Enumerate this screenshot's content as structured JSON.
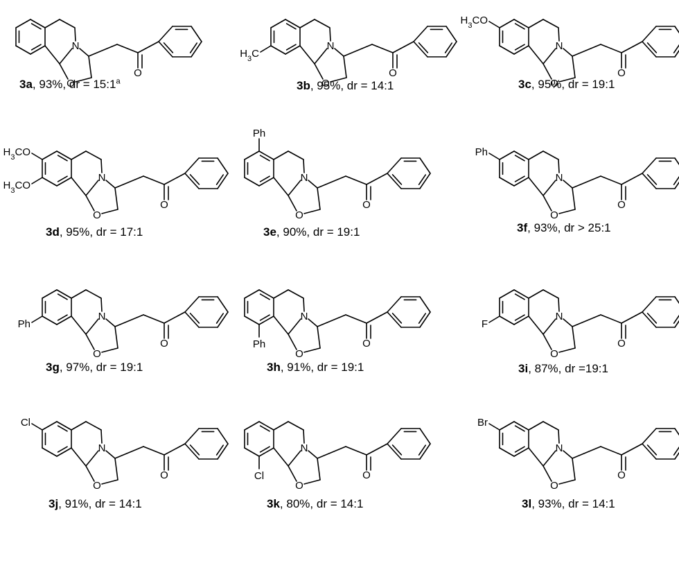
{
  "compounds": [
    {
      "id": "3a",
      "yield": "93%",
      "dr": "dr = 15:1",
      "note": "a",
      "substituents": [],
      "labels": {
        "N": "N",
        "O_ring": "O",
        "O_keto": "O"
      }
    },
    {
      "id": "3b",
      "yield": "95%",
      "dr": "dr = 14:1",
      "note": "",
      "substituents": [
        {
          "pos": "c9",
          "text": "H3C",
          "kind": "methyl"
        }
      ],
      "labels": {
        "N": "N",
        "O_ring": "O",
        "O_keto": "O"
      }
    },
    {
      "id": "3c",
      "yield": "95%",
      "dr": "dr = 19:1",
      "note": "",
      "substituents": [
        {
          "pos": "c8",
          "text": "H3CO",
          "kind": "methoxy"
        }
      ],
      "labels": {
        "N": "N",
        "O_ring": "O",
        "O_keto": "O"
      }
    },
    {
      "id": "3d",
      "yield": "95%",
      "dr": "dr = 17:1",
      "note": "",
      "substituents": [
        {
          "pos": "c8",
          "text": "H3CO",
          "kind": "methoxy"
        },
        {
          "pos": "c9",
          "text": "H3CO",
          "kind": "methoxy"
        }
      ],
      "labels": {
        "N": "N",
        "O_ring": "O",
        "O_keto": "O"
      }
    },
    {
      "id": "3e",
      "yield": "90%",
      "dr": "dr = 19:1",
      "note": "",
      "substituents": [
        {
          "pos": "c7",
          "text": "Ph",
          "kind": "plain"
        }
      ],
      "labels": {
        "N": "N",
        "O_ring": "O",
        "O_keto": "O"
      }
    },
    {
      "id": "3f",
      "yield": "93%",
      "dr": "dr > 25:1",
      "note": "",
      "substituents": [
        {
          "pos": "c8",
          "text": "Ph",
          "kind": "plain"
        }
      ],
      "labels": {
        "N": "N",
        "O_ring": "O",
        "O_keto": "O"
      }
    },
    {
      "id": "3g",
      "yield": "97%",
      "dr": "dr = 19:1",
      "note": "",
      "substituents": [
        {
          "pos": "c9",
          "text": "Ph",
          "kind": "plain"
        }
      ],
      "labels": {
        "N": "N",
        "O_ring": "O",
        "O_keto": "O"
      }
    },
    {
      "id": "3h",
      "yield": "91%",
      "dr": "dr = 19:1",
      "note": "",
      "substituents": [
        {
          "pos": "c10",
          "text": "Ph",
          "kind": "plain"
        }
      ],
      "labels": {
        "N": "N",
        "O_ring": "O",
        "O_keto": "O"
      }
    },
    {
      "id": "3i",
      "yield": "87%",
      "dr": "dr =19:1",
      "note": "",
      "substituents": [
        {
          "pos": "c9",
          "text": "F",
          "kind": "plain"
        }
      ],
      "labels": {
        "N": "N",
        "O_ring": "O",
        "O_keto": "O"
      }
    },
    {
      "id": "3j",
      "yield": "91%",
      "dr": "dr = 14:1",
      "note": "",
      "substituents": [
        {
          "pos": "c8",
          "text": "Cl",
          "kind": "plain"
        }
      ],
      "labels": {
        "N": "N",
        "O_ring": "O",
        "O_keto": "O"
      }
    },
    {
      "id": "3k",
      "yield": "80%",
      "dr": "dr = 14:1",
      "note": "",
      "substituents": [
        {
          "pos": "c10",
          "text": "Cl",
          "kind": "plain"
        }
      ],
      "labels": {
        "N": "N",
        "O_ring": "O",
        "O_keto": "O"
      }
    },
    {
      "id": "3l",
      "yield": "93%",
      "dr": "dr = 14:1",
      "note": "",
      "substituents": [
        {
          "pos": "c8",
          "text": "Br",
          "kind": "plain"
        }
      ],
      "labels": {
        "N": "N",
        "O_ring": "O",
        "O_keto": "O"
      }
    }
  ]
}
